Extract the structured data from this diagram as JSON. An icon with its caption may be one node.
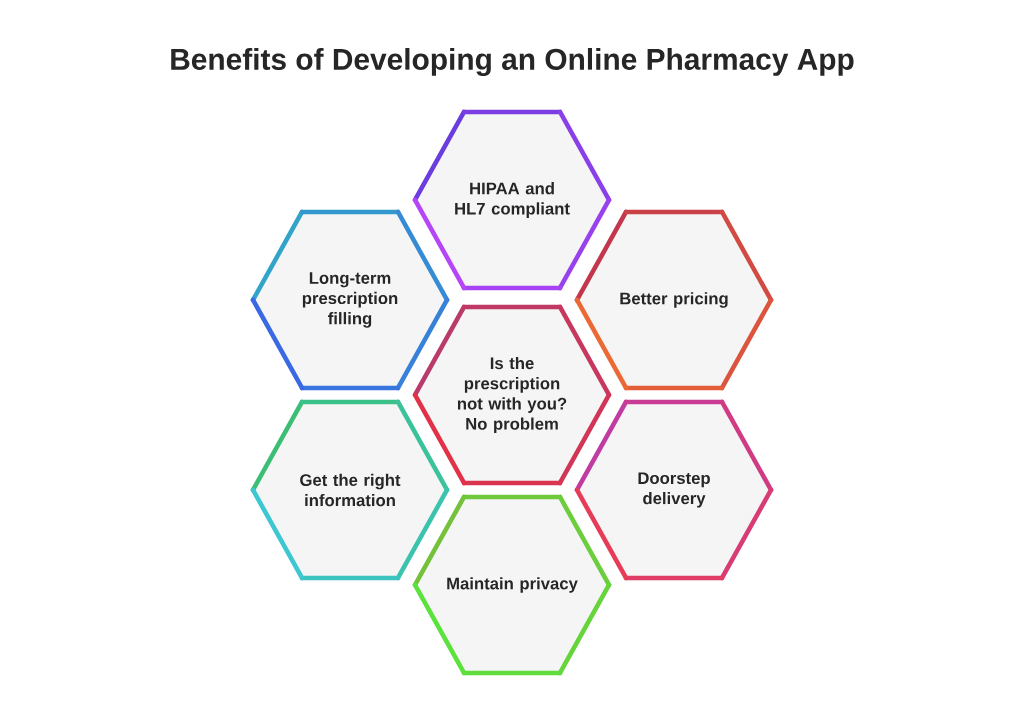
{
  "diagram": {
    "title": "Benefits of Developing an Online Pharmacy App",
    "nodes": [
      {
        "text": [
          "HIPAA and HL7 compliant"
        ]
      },
      {
        "text": [
          "Long-term prescription filling"
        ]
      },
      {
        "text": [
          "Better pricing"
        ]
      },
      {
        "text": [
          "Is the prescription not with you? No problem"
        ]
      },
      {
        "text": [
          "Get the right information"
        ]
      },
      {
        "text": [
          "Doorstep delivery"
        ]
      },
      {
        "text": [
          "Maintain privacy"
        ]
      }
    ]
  }
}
